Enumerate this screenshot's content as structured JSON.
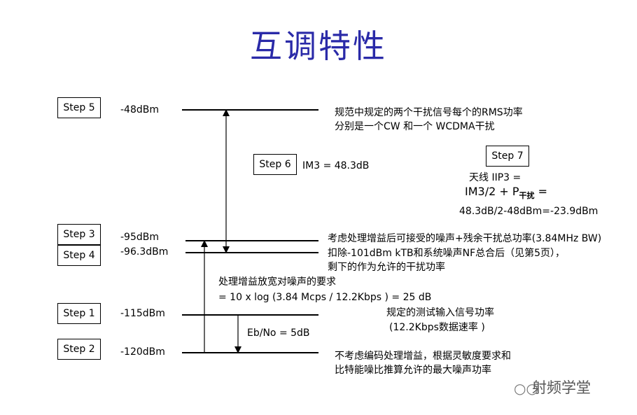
{
  "title": "互调特性",
  "steps": {
    "s5": "Step 5",
    "s6": "Step 6",
    "s7": "Step 7",
    "s3": "Step 3",
    "s4": "Step 4",
    "s1": "Step 1",
    "s2": "Step 2"
  },
  "levels": {
    "l48": "-48dBm",
    "l95": "-95dBm",
    "l963": "-96.3dBm",
    "l115": "-115dBm",
    "l120": "-120dBm"
  },
  "notes": {
    "n48_1": "规范中规定的两个干扰信号每个的RMS功率",
    "n48_2": "分别是一个CW 和一个 WCDMA干扰",
    "n95": "考虑处理增益后可接受的噪声+残余干扰总功率(3.84MHz BW)",
    "n963_1": "扣除-101dBm kTB和系统噪声NF总合后（见第5页），",
    "n963_2": "剩下的作为允许的干扰功率",
    "pg_1": "处理增益放宽对噪声的要求",
    "pg_2": "= 10  x log  (3.84 Mcps   / 12.2Kbps ) = 25 dB",
    "n115_1": "规定的测试输入信号功率",
    "n115_2": "(12.2Kbps数据速率     )",
    "n120_1": "不考虑编码处理增益，根据灵敏度要求和",
    "n120_2": "比特能噪比推算允许的最大噪声功率"
  },
  "im3": "IM3 = 48.3dB",
  "ebno": "Eb/No = 5dB",
  "step7": {
    "line1": "天线 IIP3 =",
    "line2_a": "IM3/2 + P",
    "line2_sub": "干扰",
    "line2_b": " =",
    "line3": "48.3dB/2-48dBm=-23.9dBm"
  },
  "watermark": "射频学堂"
}
